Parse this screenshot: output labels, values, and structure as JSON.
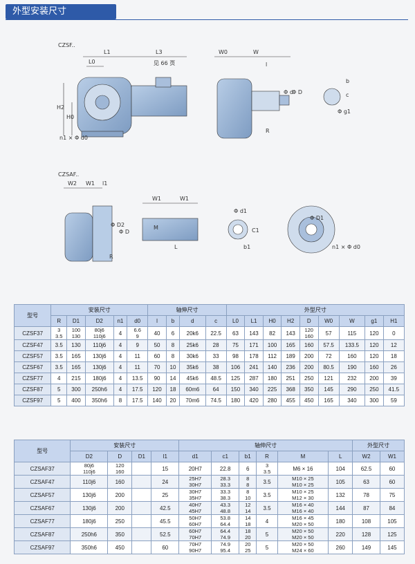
{
  "title": "外型安装尺寸",
  "see_page": "见 66 页",
  "labels": {
    "czsf": "CZSF..",
    "czsaf": "CZSAF..",
    "n1d0": "n1 × Φ d0",
    "n1d0b": "n1 × Φ d0"
  },
  "table1": {
    "model_header": "型号",
    "group_headers": [
      "安装尺寸",
      "轴伸尺寸",
      "外型尺寸"
    ],
    "columns": [
      "R",
      "D1",
      "D2",
      "n1",
      "d0",
      "l",
      "b",
      "d",
      "c",
      "L0",
      "L1",
      "H0",
      "H2",
      "D",
      "W0",
      "W",
      "g1",
      "H1"
    ],
    "rows": [
      {
        "model": "CZSF37",
        "cells": [
          [
            "3",
            "3.5"
          ],
          [
            "100",
            "130"
          ],
          [
            "80j6",
            "110j6"
          ],
          "4",
          [
            "6.6",
            "9"
          ],
          "40",
          "6",
          "20k6",
          "22.5",
          "63",
          "143",
          "82",
          "143",
          [
            "120",
            "160"
          ],
          "57",
          "115",
          "120",
          "0"
        ]
      },
      {
        "model": "CZSF47",
        "cells": [
          "3.5",
          "130",
          "110j6",
          "4",
          "9",
          "50",
          "8",
          "25k6",
          "28",
          "75",
          "171",
          "100",
          "165",
          "160",
          "57.5",
          "133.5",
          "120",
          "12"
        ]
      },
      {
        "model": "CZSF57",
        "cells": [
          "3.5",
          "165",
          "130j6",
          "4",
          "11",
          "60",
          "8",
          "30k6",
          "33",
          "98",
          "178",
          "112",
          "189",
          "200",
          "72",
          "160",
          "120",
          "18"
        ]
      },
      {
        "model": "CZSF67",
        "cells": [
          "3.5",
          "165",
          "130j6",
          "4",
          "11",
          "70",
          "10",
          "35k6",
          "38",
          "106",
          "241",
          "140",
          "236",
          "200",
          "80.5",
          "190",
          "160",
          "26"
        ]
      },
      {
        "model": "CZSF77",
        "cells": [
          "4",
          "215",
          "180j6",
          "4",
          "13.5",
          "90",
          "14",
          "45k6",
          "48.5",
          "125",
          "287",
          "180",
          "251",
          "250",
          "121",
          "232",
          "200",
          "39"
        ]
      },
      {
        "model": "CZSF87",
        "cells": [
          "5",
          "300",
          "250h6",
          "4",
          "17.5",
          "120",
          "18",
          "60m6",
          "64",
          "150",
          "340",
          "225",
          "368",
          "350",
          "145",
          "290",
          "250",
          "41.5"
        ]
      },
      {
        "model": "CZSF97",
        "cells": [
          "5",
          "400",
          "350h6",
          "8",
          "17.5",
          "140",
          "20",
          "70m6",
          "74.5",
          "180",
          "420",
          "280",
          "455",
          "450",
          "165",
          "340",
          "300",
          "59"
        ]
      }
    ]
  },
  "table2": {
    "model_header": "型号",
    "group_headers": [
      "安装尺寸",
      "轴伸尺寸",
      "外型尺寸"
    ],
    "columns": [
      "D2",
      "D",
      "D1",
      "l1",
      "d1",
      "c1",
      "b1",
      "R",
      "M",
      "L",
      "W2",
      "W1"
    ],
    "rows": [
      {
        "model": "CZSAF37",
        "cells": [
          [
            "80j6",
            "110j6"
          ],
          [
            "120",
            "160"
          ],
          "",
          "15",
          "20H7",
          "22.8",
          "6",
          [
            "3",
            "3.5"
          ],
          "M6 × 16",
          "104",
          "62.5",
          "60"
        ]
      },
      {
        "model": "CZSAF47",
        "cells": [
          "110j6",
          "160",
          "",
          "24",
          [
            "25H7",
            "30H7"
          ],
          [
            "28.3",
            "33.3"
          ],
          [
            "8",
            "8"
          ],
          "3.5",
          [
            "M10 × 25",
            "M10 × 25"
          ],
          "105",
          "63",
          "60"
        ]
      },
      {
        "model": "CZSAF57",
        "cells": [
          "130j6",
          "200",
          "",
          "25",
          [
            "30H7",
            "35H7"
          ],
          [
            "33.3",
            "38.3"
          ],
          [
            "8",
            "10"
          ],
          "3.5",
          [
            "M10 × 25",
            "M12 × 30"
          ],
          "132",
          "78",
          "75"
        ]
      },
      {
        "model": "CZSAF67",
        "cells": [
          "130j6",
          "200",
          "",
          "42.5",
          [
            "40H7",
            "45H7"
          ],
          [
            "43.3",
            "48.8"
          ],
          [
            "12",
            "14"
          ],
          "3.5",
          [
            "M16 × 40",
            "M16 × 40"
          ],
          "144",
          "87",
          "84"
        ]
      },
      {
        "model": "CZSAF77",
        "cells": [
          "180j6",
          "250",
          "",
          "45.5",
          [
            "50H7",
            "60H7"
          ],
          [
            "53.8",
            "64.4"
          ],
          [
            "14",
            "18"
          ],
          "4",
          [
            "M16 × 45",
            "M20 × 50"
          ],
          "180",
          "108",
          "105"
        ]
      },
      {
        "model": "CZSAF87",
        "cells": [
          "250h6",
          "350",
          "",
          "52.5",
          [
            "60H7",
            "70H7"
          ],
          [
            "64.4",
            "74.9"
          ],
          [
            "18",
            "20"
          ],
          "5",
          [
            "M20 × 50",
            "M20 × 50"
          ],
          "220",
          "128",
          "125"
        ]
      },
      {
        "model": "CZSAF97",
        "cells": [
          "350h6",
          "450",
          "",
          "60",
          [
            "70H7",
            "90H7"
          ],
          [
            "74.9",
            "95.4"
          ],
          [
            "20",
            "25"
          ],
          "5",
          [
            "M20 × 50",
            "M24 × 60"
          ],
          "260",
          "149",
          "145"
        ]
      }
    ]
  },
  "dims": {
    "L1": "L1",
    "L3": "L3",
    "L0": "L0",
    "H2": "H2",
    "H0": "H0",
    "W0": "W0",
    "W": "W",
    "l": "l",
    "d": "Φ d",
    "D": "Φ D",
    "b": "b",
    "c": "c",
    "g1": "Φ g1",
    "R": "R",
    "W2": "W2",
    "W1": "W1",
    "l1": "l1",
    "D2": "Φ D2",
    "Dd": "Φ D",
    "M": "M",
    "L": "L",
    "d1": "Φ d1",
    "C1": "C1",
    "b1": "b1",
    "R2": "R",
    "D1": "Φ D1"
  }
}
